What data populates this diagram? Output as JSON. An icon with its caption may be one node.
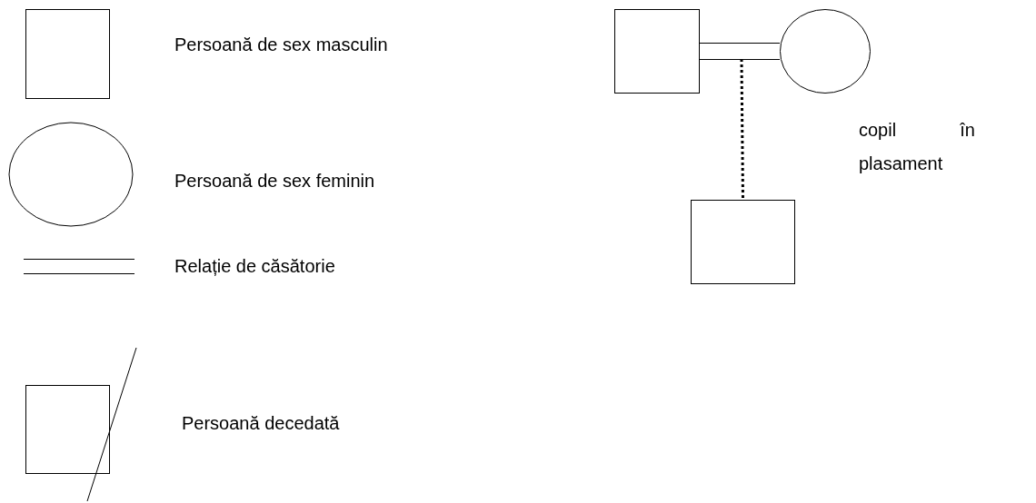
{
  "diagram": {
    "nodes": [
      {
        "text": [],
        "shape": "box"
      },
      {
        "text": [],
        "shape": "circle",
        "beside": [
          "copil în plasament"
        ]
      },
      {
        "text": [],
        "shape": "box"
      }
    ],
    "edges": [
      {
        "from": 0,
        "to": 1,
        "arrow": "none"
      },
      {
        "from": null,
        "to": 2,
        "arrow": "none",
        "style": "dashed"
      }
    ],
    "legend": [
      {
        "text": "Persoană de sex masculin"
      },
      {
        "text": "Persoană de sex feminin"
      },
      {
        "text": "Relație de căsătorie"
      },
      {
        "text": "Persoană decedată"
      }
    ]
  }
}
